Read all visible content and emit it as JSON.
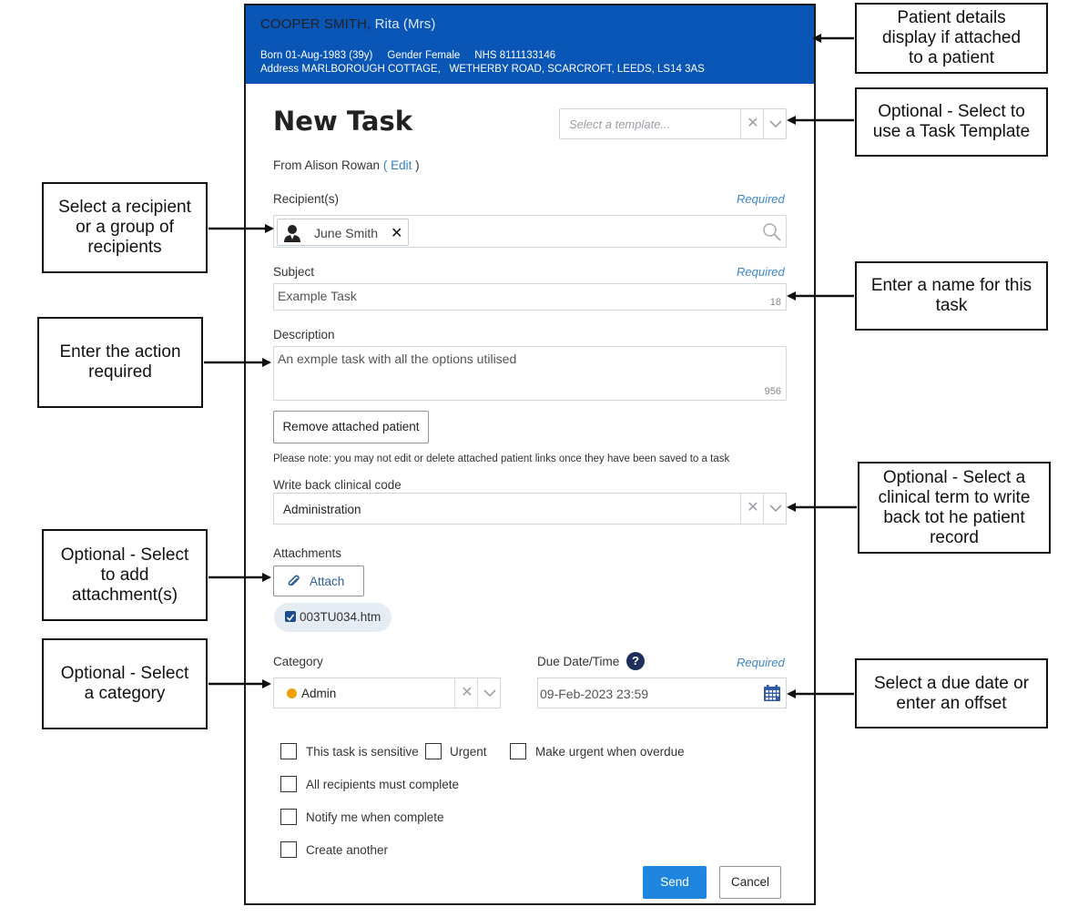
{
  "patient": {
    "surname": "COOPER SMITH,",
    "forename": "Rita (Mrs)",
    "born_label": "Born",
    "born_value": "01-Aug-1983 (39y)",
    "gender_label": "Gender",
    "gender_value": "Female",
    "nhs_label": "NHS",
    "nhs_value": "8111133146",
    "address_label": "Address",
    "address_value": "MARLBOROUGH COTTAGE,   WETHERBY ROAD, SCARCROFT, LEEDS, LS14 3AS"
  },
  "form": {
    "title": "New Task",
    "template_placeholder": "Select a template...",
    "from_label": "From",
    "from_value": "Alison Rowan",
    "edit_open": "(",
    "edit_label": "Edit",
    "edit_close": ")",
    "recipients_label": "Recipient(s)",
    "required": "Required",
    "recipient_name": "June Smith",
    "subject_label": "Subject",
    "subject_value": "Example Task",
    "subject_count": "18",
    "description_label": "Description",
    "description_value": "An exmple task with all the options utilised",
    "description_count": "956",
    "remove_patient_label": "Remove attached patient",
    "note": "Please note: you may not edit or delete attached patient links once they have been saved to a task",
    "writeback_label": "Write back clinical code",
    "writeback_value": "Administration",
    "attachments_label": "Attachments",
    "attach_label": "Attach",
    "attachment_file": "003TU034.htm",
    "category_label": "Category",
    "category_value": "Admin",
    "due_label": "Due Date/Time",
    "due_value": "09-Feb-2023 23:59",
    "checkboxes": {
      "sensitive": "This task is sensitive",
      "urgent": "Urgent",
      "urgent_overdue": "Make urgent when overdue",
      "all_complete": "All recipients must complete",
      "notify": "Notify me when complete",
      "create_another": "Create another"
    },
    "send_label": "Send",
    "cancel_label": "Cancel"
  },
  "annotations": {
    "patient_details": [
      "Patient details",
      "display if attached",
      "to a patient"
    ],
    "template": [
      "Optional - Select to",
      "use a Task Template"
    ],
    "recipient": [
      "Select a recipient",
      "or a group of",
      "recipients"
    ],
    "subject": [
      "Enter a name for this",
      "task"
    ],
    "description": [
      "Enter the action",
      "required"
    ],
    "writeback": [
      "Optional - Select a",
      "clinical term to write",
      "back tot he patient",
      "record"
    ],
    "attachment": [
      "Optional - Select",
      "to add",
      "attachment(s)"
    ],
    "category": [
      "Optional - Select",
      "a category"
    ],
    "due": [
      "Select a due date or",
      "enter an offset"
    ]
  },
  "colors": {
    "header_bg": "#0a56b7",
    "send_bg": "#1f86e0",
    "category_dot": "#f0a000",
    "required_text": "#3a86c8"
  },
  "icons": [
    "user-icon",
    "close-icon",
    "search-icon",
    "paperclip-icon",
    "checked-file-icon",
    "help-icon",
    "calendar-icon",
    "clear-icon",
    "chevron-down-icon",
    "arrow-icon"
  ]
}
